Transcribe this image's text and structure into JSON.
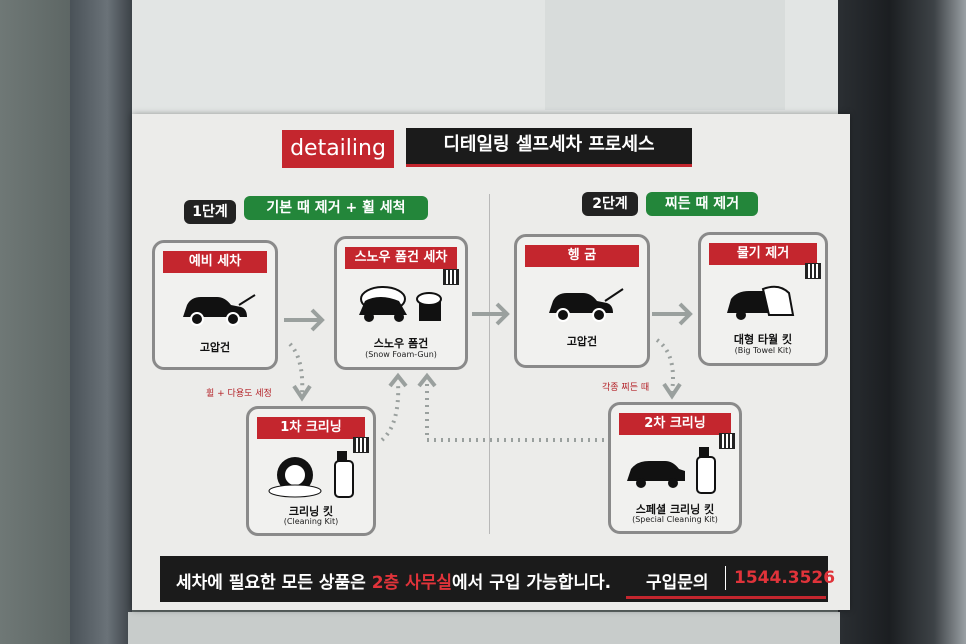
{
  "poster": {
    "logo": "detailing",
    "title": "디테일링 셀프세차 프로세스",
    "stage1": {
      "label": "1단계",
      "desc": "기본 때 제거 + 휠 세척"
    },
    "stage2": {
      "label": "2단계",
      "desc": "찌든 때 제거"
    },
    "steps": [
      {
        "title": "예비 세차",
        "label": "고압건",
        "sub": ""
      },
      {
        "title": "스노우 폼건 세차",
        "label": "스노우 폼건",
        "sub": "(Snow Foam-Gun)"
      },
      {
        "title": "1차 크리닝",
        "label": "크리닝 킷",
        "sub": "(Cleaning Kit)"
      },
      {
        "title": "헹 굼",
        "label": "고압건",
        "sub": ""
      },
      {
        "title": "물기 제거",
        "label": "대형 타월 킷",
        "sub": "(Big Towel Kit)"
      },
      {
        "title": "2차 크리닝",
        "label": "스페셜 크리닝 킷",
        "sub": "(Special Cleaning Kit)"
      }
    ],
    "notes": {
      "wheel": "휠 + 다용도 세정",
      "stubborn": "각종 찌든 때"
    },
    "footer": {
      "msg_a": "세차에 필요한 모든 상품은 ",
      "msg_highlight": "2층 사무실",
      "msg_b": "에서 구입 가능합니다.",
      "contact_label": "구입문의",
      "phone": "1544.3526"
    }
  },
  "colors": {
    "accent": "#c4262e",
    "green": "#23863a",
    "dark": "#1b1b1b"
  }
}
